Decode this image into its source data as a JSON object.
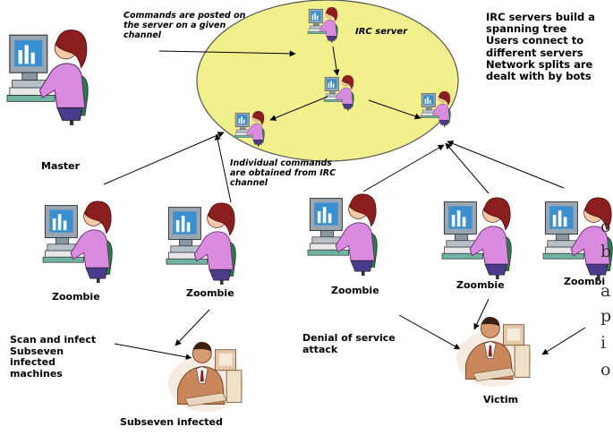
{
  "notes": {
    "commands_posted": [
      "Commands are posted on",
      "the server on a given",
      "channel"
    ],
    "irc_server": "IRC server",
    "irc_servers_tree": [
      "IRC servers build a",
      "spanning tree",
      "Users connect to",
      "different servers",
      "Network splits are",
      "dealt with by bots"
    ],
    "individual_commands": [
      "Individual commands",
      "are obtained from IRC",
      "channel"
    ],
    "scan_infect": [
      "Scan and infect",
      "Subseven",
      "infected",
      "machines"
    ],
    "denial_of_service": [
      "Denial of service",
      "attack"
    ]
  },
  "actors": {
    "master": "Master",
    "zoombie": "Zoombie",
    "zoombie_partial": "Zoombi",
    "subseven_infected": "Subseven infected",
    "victim": "Victim"
  },
  "overflow_fragments": [
    "o",
    "b",
    "a",
    "p",
    "i",
    "o"
  ],
  "colors": {
    "cloud_fill": "#f2f08c",
    "cloud_stroke": "#555555",
    "shirt": "#d98be0",
    "hair": "#8b1e1e",
    "monitor": "#9aa7b2",
    "screen": "#3a8fd0",
    "chair": "#2f7a4a",
    "victim_skin": "#c8865a"
  },
  "icons": [
    "woman-computer-icon",
    "man-computer-icon"
  ]
}
